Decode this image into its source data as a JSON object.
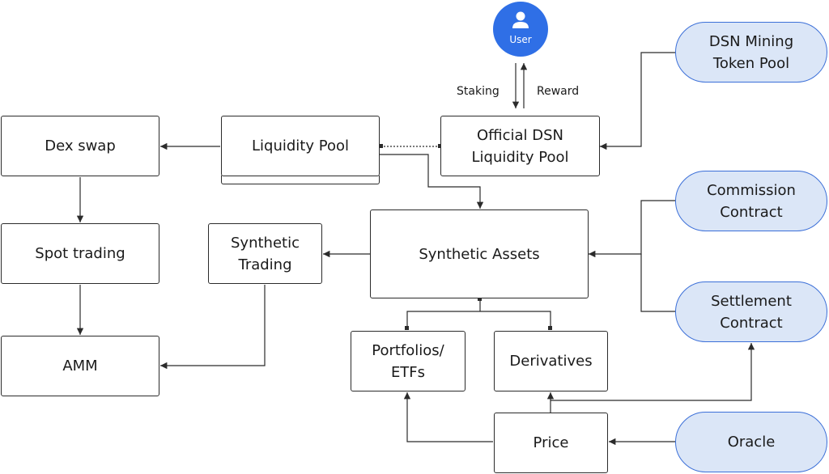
{
  "user": {
    "label": "User",
    "icon": "user-icon"
  },
  "edge_labels": {
    "staking": "Staking",
    "reward": "Reward"
  },
  "nodes": {
    "dex_swap": "Dex swap",
    "liquidity_pool": "Liquidity Pool",
    "official_pool": "Official DSN\nLiquidity Pool",
    "spot_trading": "Spot trading",
    "synthetic_trading": "Synthetic\nTrading",
    "synthetic_assets": "Synthetic Assets",
    "amm": "AMM",
    "portfolios": "Portfolios/\nETFs",
    "derivatives": "Derivatives",
    "price": "Price"
  },
  "contracts": {
    "mining_pool": "DSN Mining\nToken Pool",
    "commission": "Commission\nContract",
    "settlement": "Settlement\nContract",
    "oracle": "Oracle"
  },
  "colors": {
    "contract_fill": "#dbe6f7",
    "contract_border": "#3b6fd8",
    "user_fill": "#2f6fe6",
    "line": "#2b2b2b"
  }
}
